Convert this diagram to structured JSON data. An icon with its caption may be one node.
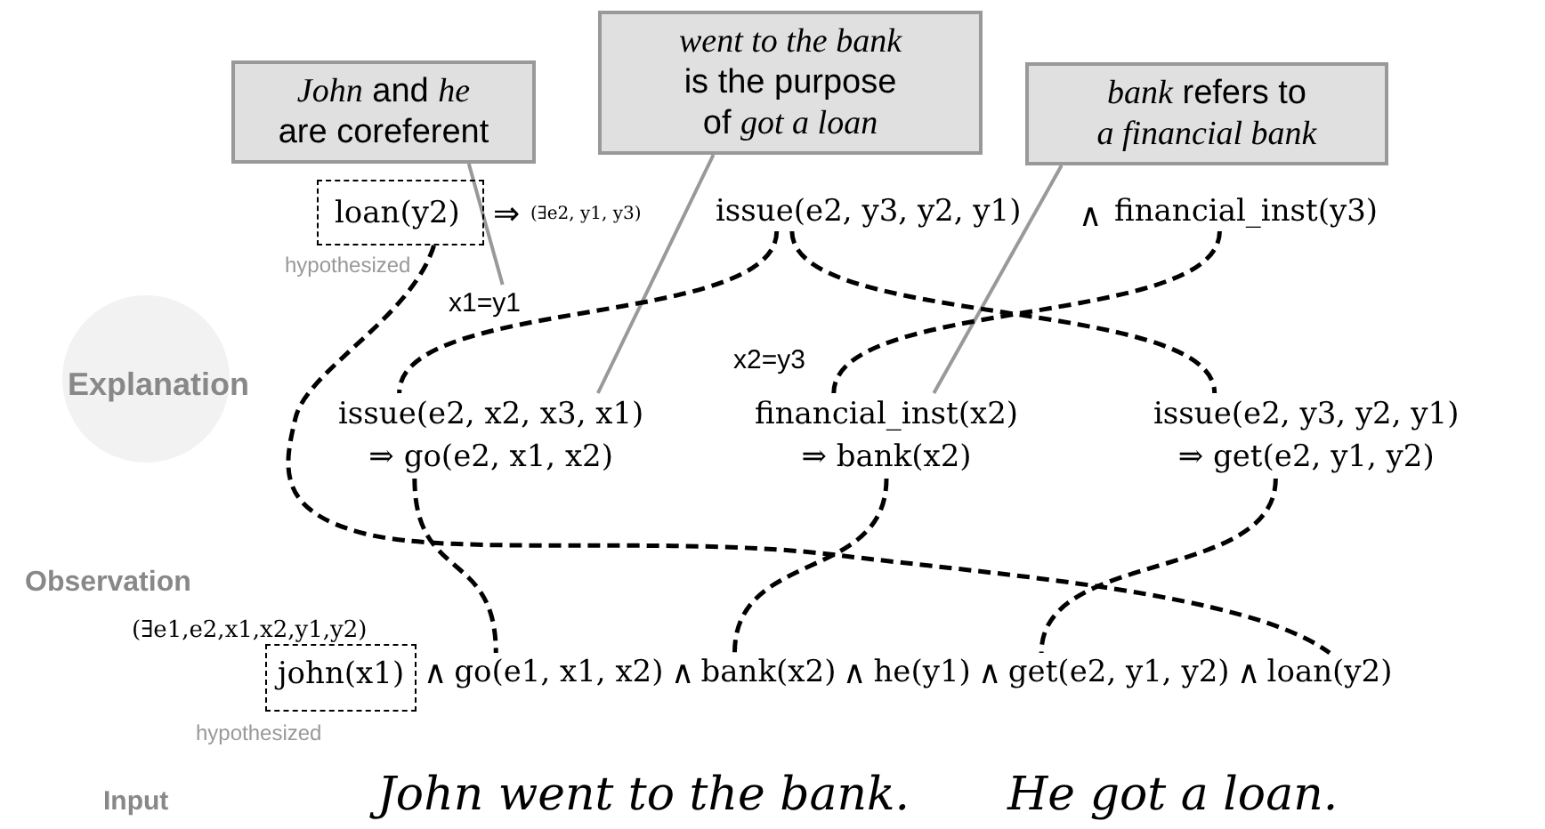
{
  "diagram": {
    "nodes": [
      {
        "text": [
          "*John* and *he* are coreferent"
        ]
      },
      {
        "text": [
          "*went to the bank* is the purpose of *got a loan*"
        ]
      },
      {
        "text": [
          "*bank* refers to *a financial bank*"
        ]
      },
      {
        "text": [
          "loan(y2)"
        ],
        "beside": [
          "hypothesized"
        ]
      },
      {
        "text": [
          "issue(e2, y3, y2, y1)"
        ]
      },
      {
        "text": [
          "financial_inst(y3)"
        ]
      },
      {
        "text": [
          "x1=y1"
        ]
      },
      {
        "text": [
          "issue(e2, x2, x3, x1)",
          "⇒ go(e2, x1, x2)"
        ]
      },
      {
        "text": [
          "financial_inst(x2)",
          "⇒ bank(x2)"
        ]
      },
      {
        "text": [
          "issue(e2, y3, y2, y1)",
          "⇒ get(e2, y1, y2)"
        ]
      },
      {
        "text": [
          "john(x1)"
        ],
        "beside": [
          "hypothesized"
        ]
      },
      {
        "text": [
          "go(e1, x1, x2)"
        ]
      },
      {
        "text": [
          "bank(x2)"
        ]
      },
      {
        "text": [
          "he(y1)"
        ]
      },
      {
        "text": [
          "get(e2, y1, y2)"
        ]
      },
      {
        "text": [
          "loan(y2)"
        ]
      }
    ],
    "edges": [
      {
        "from": 0,
        "to": 6,
        "arrow": "none",
        "color": "#999999"
      },
      {
        "from": 1,
        "to": 7,
        "arrow": "none",
        "color": "#999999"
      },
      {
        "from": 2,
        "to": 8,
        "arrow": "none",
        "color": "#999999"
      },
      {
        "from": 3,
        "to": 15,
        "arrow": "none",
        "style": "dashed"
      },
      {
        "from": 4,
        "to": 7,
        "arrow": "none",
        "style": "dashed"
      },
      {
        "from": 4,
        "to": 9,
        "arrow": "none",
        "style": "dashed"
      },
      {
        "from": 5,
        "to": 8,
        "arrow": "none",
        "style": "dashed"
      },
      {
        "from": 7,
        "to": 11,
        "arrow": "none",
        "style": "dashed"
      },
      {
        "from": 8,
        "to": 12,
        "arrow": "none",
        "style": "dashed"
      },
      {
        "from": 9,
        "to": 14,
        "arrow": "none",
        "style": "dashed"
      }
    ],
    "labels": [
      "⇒",
      "(∃e2, y1, y3)",
      "∧",
      "x2=y3",
      "Explanation",
      "Observation",
      "(∃e1,e2,x1,x2,y1,y2)",
      "∧",
      "∧",
      "∧",
      "∧",
      "∧",
      "Input",
      "John went to the bank.",
      "He got a loan."
    ]
  }
}
